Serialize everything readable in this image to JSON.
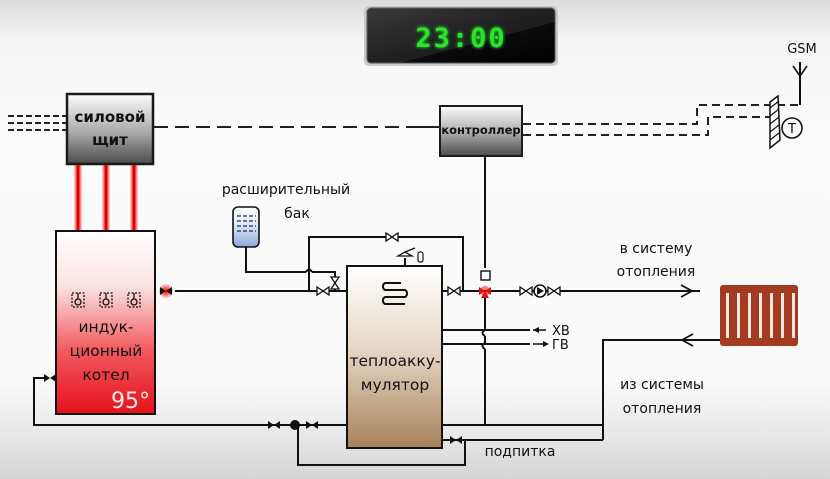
{
  "clock": {
    "time": "23:00",
    "digit_color": "#27e52a"
  },
  "power_panel": {
    "line1": "силовой",
    "line2": "щит"
  },
  "controller": {
    "label": "контроллер"
  },
  "gsm": {
    "label": "GSM"
  },
  "temp_sensor": {
    "label": "T"
  },
  "expansion_tank": {
    "line1": "расширительный",
    "line2": "бак"
  },
  "boiler": {
    "line1": "индук-",
    "line2": "ционный",
    "line3": "котел",
    "temperature": "95°",
    "color": "#e8121a"
  },
  "accumulator": {
    "line1": "теплоакку-",
    "line2": "мулятор",
    "color": "#a8845a"
  },
  "dhw": {
    "cold_water": "ХВ",
    "hot_water": "ГВ"
  },
  "heating_supply": {
    "line1": "в систему",
    "line2": "отопления"
  },
  "heating_return": {
    "line1": "из системы",
    "line2": "отопления"
  },
  "makeup": {
    "label": "подпитка"
  },
  "radiator": {
    "color": "#a53a22"
  }
}
